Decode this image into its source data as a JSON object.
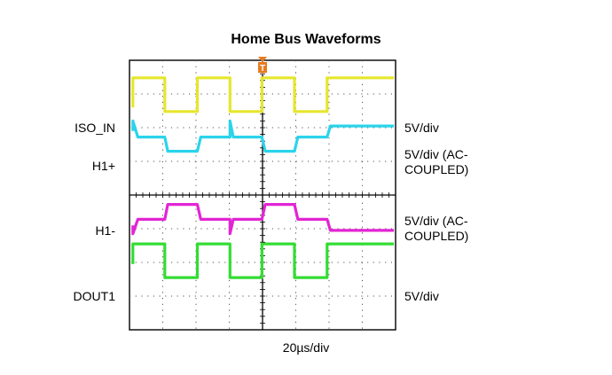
{
  "chart_data": {
    "type": "line",
    "title": "Home Bus Waveforms",
    "xlabel": "20µs/div",
    "x_divisions": 8,
    "y_divisions": 8,
    "grid": true,
    "trigger_marker": "T",
    "xlim": [
      0,
      8
    ],
    "ylim": [
      0,
      8
    ],
    "series": [
      {
        "name": "ISO_IN",
        "scale": "5V/div",
        "color": "#e6e62e",
        "x": [
          0.1,
          0.1,
          1.06,
          1.06,
          2.04,
          2.04,
          3.02,
          3.02,
          3.98,
          3.98,
          4.96,
          4.96,
          5.94,
          5.94,
          7.95
        ],
        "y": [
          6.6,
          7.48,
          7.48,
          6.48,
          6.48,
          7.48,
          7.48,
          6.48,
          6.48,
          7.48,
          7.48,
          6.48,
          6.48,
          7.48,
          7.48
        ],
        "note": ""
      },
      {
        "name": "H1+",
        "scale": "5V/div (AC-COUPLED)",
        "color": "#2ad4ea",
        "x": [
          0.1,
          0.1,
          0.25,
          1.06,
          1.15,
          2.04,
          2.14,
          3.02,
          3.02,
          3.12,
          3.98,
          4.08,
          4.96,
          5.06,
          5.94,
          6.04,
          7.95
        ],
        "y": [
          5.9,
          6.2,
          5.72,
          5.72,
          5.3,
          5.3,
          5.72,
          5.72,
          6.2,
          5.72,
          5.72,
          5.3,
          5.3,
          5.72,
          5.72,
          6.05,
          6.05
        ],
        "note": ""
      },
      {
        "name": "H1-",
        "scale": "5V/div (AC-COUPLED)",
        "color": "#e225d4",
        "x": [
          0.1,
          0.1,
          0.25,
          1.06,
          1.15,
          2.04,
          2.14,
          3.02,
          3.02,
          3.12,
          3.98,
          4.08,
          4.96,
          5.06,
          5.94,
          6.04,
          7.95
        ],
        "y": [
          3.1,
          2.85,
          3.28,
          3.28,
          3.72,
          3.72,
          3.28,
          3.28,
          2.85,
          3.28,
          3.28,
          3.72,
          3.72,
          3.28,
          3.28,
          2.95,
          2.95
        ],
        "note": ""
      },
      {
        "name": "DOUT1",
        "scale": "5V/div",
        "color": "#33dd33",
        "x": [
          0.1,
          0.1,
          1.06,
          1.06,
          2.04,
          2.04,
          3.02,
          3.02,
          3.98,
          3.98,
          4.96,
          4.96,
          5.94,
          5.94,
          7.95
        ],
        "y": [
          1.95,
          2.55,
          2.55,
          1.55,
          1.55,
          2.55,
          2.55,
          1.55,
          1.55,
          2.55,
          2.55,
          1.55,
          1.55,
          2.55,
          2.55
        ],
        "note": ""
      }
    ]
  },
  "labels": {
    "ch1_left": "ISO_IN",
    "ch2_left": "H1+",
    "ch3_left": "H1-",
    "ch4_left": "DOUT1",
    "ch1_right": "5V/div",
    "ch2_right_line1": "5V/div (AC-",
    "ch2_right_line2": "COUPLED)",
    "ch3_right_line1": "5V/div (AC-",
    "ch3_right_line2": "COUPLED)",
    "ch4_right": "5V/div"
  }
}
